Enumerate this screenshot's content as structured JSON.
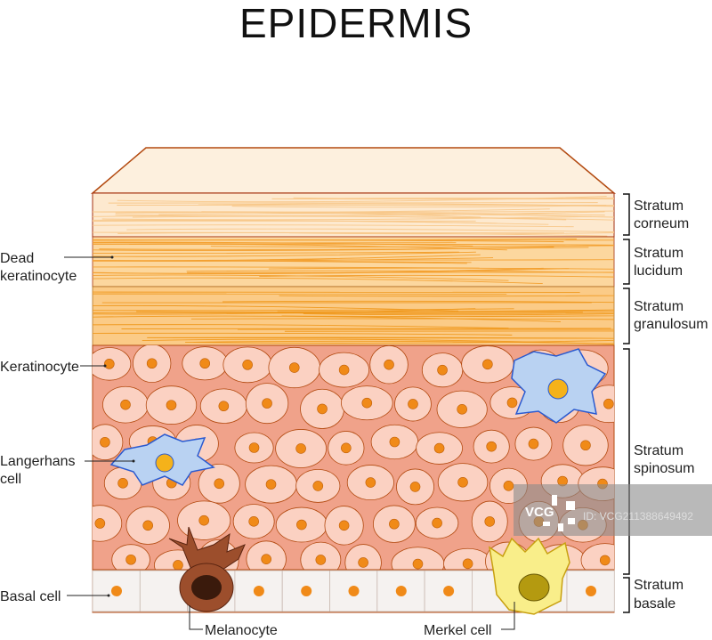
{
  "title": "EPIDERMIS",
  "layers": [
    {
      "name_line1": "Stratum",
      "name_line2": "corneum"
    },
    {
      "name_line1": "Stratum",
      "name_line2": "lucidum"
    },
    {
      "name_line1": "Stratum",
      "name_line2": "granulosum"
    },
    {
      "name_line1": "Stratum",
      "name_line2": "spinosum"
    },
    {
      "name_line1": "Stratum",
      "name_line2": "basale"
    }
  ],
  "left_labels": {
    "dead_keratinocyte_1": "Dead",
    "dead_keratinocyte_2": "keratinocyte",
    "keratinocyte": "Keratinocyte",
    "langerhans_1": "Langerhans",
    "langerhans_2": "cell",
    "basal_cell": "Basal cell"
  },
  "bottom_labels": {
    "melanocyte": "Melanocyte",
    "merkel_cell": "Merkel cell"
  },
  "watermark": {
    "logo": "VCG",
    "id": "ID: VCG211388649492"
  },
  "colors": {
    "top_face": "#fdf0de",
    "corneum": "#fde9cf",
    "lucidum": "#fcd79e",
    "granulosum": "#fbcb87",
    "spinosum_bg": "#f0a28a",
    "cell": "#fbd1c2",
    "nucleus": "#f08a18",
    "langerhans": "#b9d2f2",
    "merkel": "#f9ee8a",
    "melanocyte": "#9c4e2c",
    "outline": "#b34a10"
  }
}
